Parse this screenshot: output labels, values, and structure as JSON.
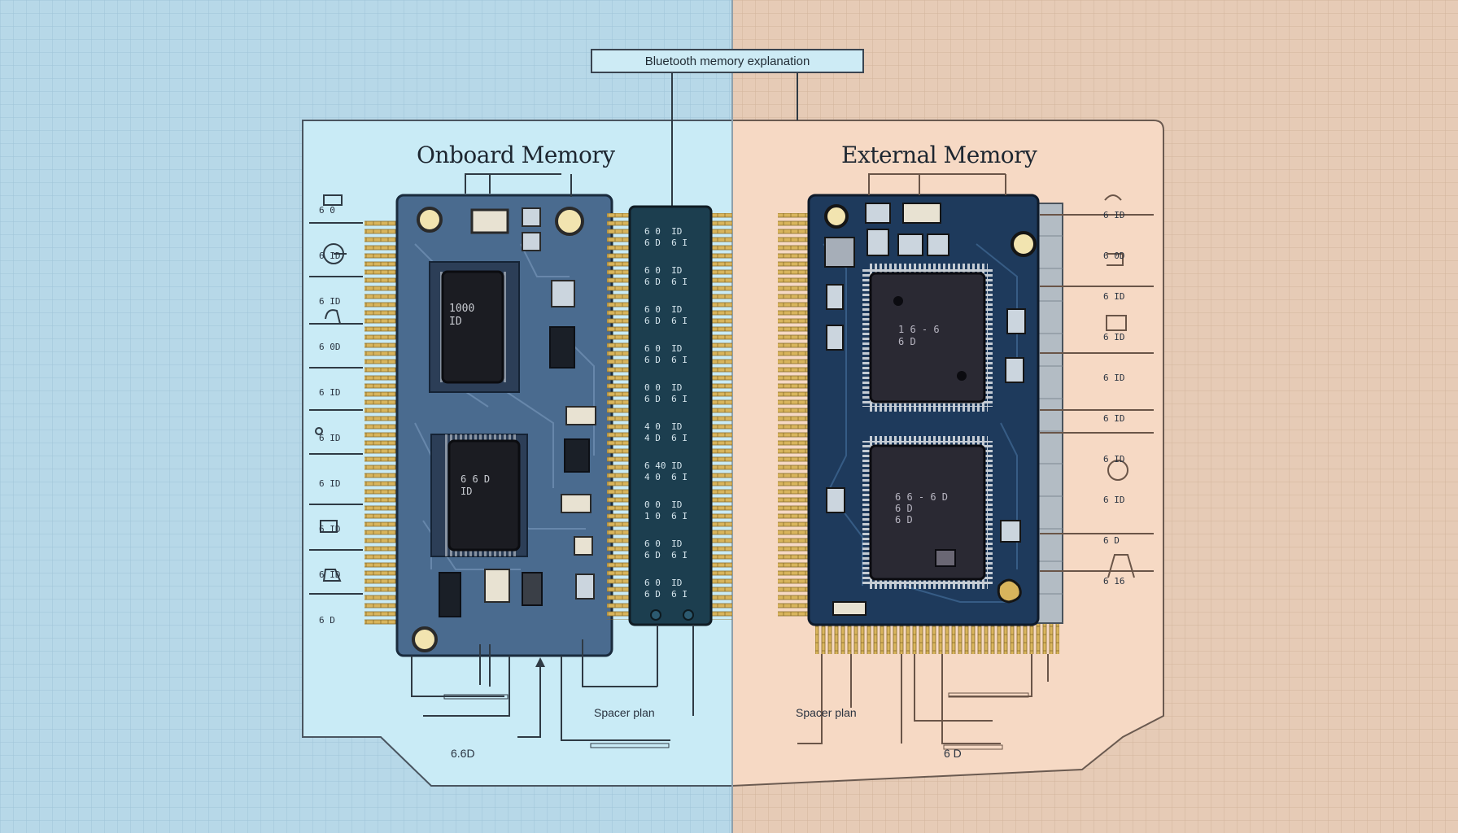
{
  "callout": {
    "text": "Bluetooth memory explanation"
  },
  "onboard": {
    "title": "Onboard Memory",
    "side_labels": [
      "6 0",
      "6 ID",
      "6 ID",
      "6 0D",
      "6 ID",
      "6 ID",
      "6 ID",
      "6 ID",
      "6 ID",
      "6 D"
    ],
    "strip_rows": [
      [
        "6 0  ID",
        "6 D  6 I"
      ],
      [
        "6 0  ID",
        "6 D  6 I"
      ],
      [
        "6 0  ID",
        "6 D  6 I"
      ],
      [
        "6 0  ID",
        "6 D  6 I"
      ],
      [
        "0 0  ID",
        "6 D  6 I"
      ],
      [
        "4 0  ID",
        "4 D  6 I"
      ],
      [
        "6 40 ID",
        "4 0  6 I"
      ],
      [
        "0 0  ID",
        "1 0  6 I"
      ],
      [
        "6 0  ID",
        "6 D  6 I"
      ],
      [
        "6 0  ID",
        "6 D  6 I"
      ]
    ],
    "chip1": "1000\nID",
    "chip2": "6 6 D\nID",
    "bottom_labels": [
      "Spacer plan",
      "6.6D"
    ]
  },
  "external": {
    "title": "External Memory",
    "side_labels": [
      "6 ID",
      "6 0D",
      "6 ID",
      "6 ID",
      "6 ID",
      "6 ID",
      "6 ID",
      "6 ID",
      "6 D",
      "6 16"
    ],
    "chip1": "1 6 - 6\n6 D",
    "chip2": "6 6 - 6 D\n6 D\n6 D",
    "bottom_labels": [
      "Spacer plan",
      "6 D"
    ]
  },
  "colors": {
    "left_bg": "#b7d8e8",
    "right_bg": "#e6cbb6",
    "left_panel": "#c9ebf6",
    "right_panel": "#f6d9c4",
    "board_left": "#4a6b8f",
    "board_right": "#1e3a5c",
    "gold": "#d8b45c"
  }
}
